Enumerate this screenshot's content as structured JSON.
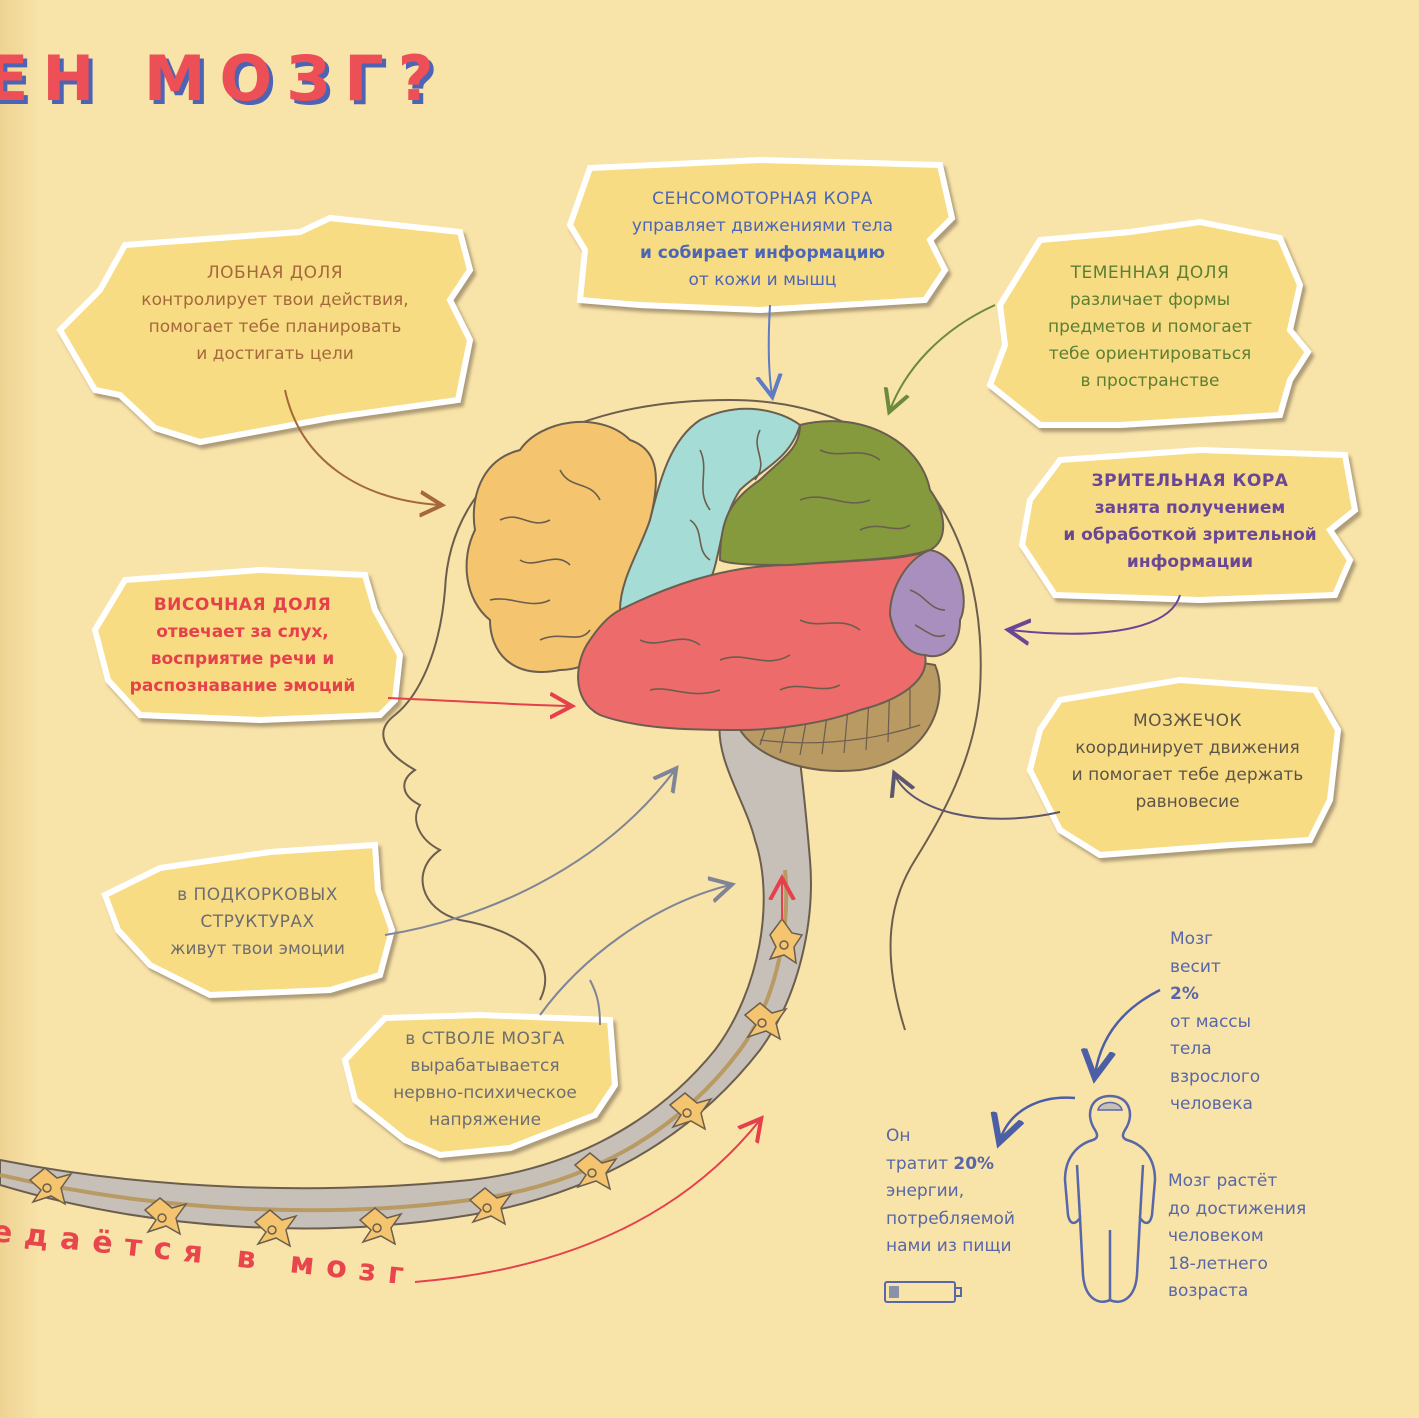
{
  "title": {
    "text": "ЕН МОЗГ?",
    "fill_color": "#ec4f55",
    "shadow_color": "#4d63b3"
  },
  "caption": {
    "text": "едаётся в мозг",
    "color": "#e8464c"
  },
  "colors": {
    "background": "#f8e3a8",
    "note_paper": "#f8dc84",
    "frontal": "#f5c46f",
    "sensorimotor": "#a6dcd6",
    "parietal": "#859a3c",
    "visual": "#a98fbd",
    "temporal": "#ee6b6b",
    "cerebellum": "#b89a62",
    "brainstem": "#c4bdb6",
    "neuron": "#f5c46f",
    "outline": "#6b5e4e"
  },
  "notes": {
    "frontal": {
      "heading": "ЛОБНАЯ ДОЛЯ",
      "lines": [
        "контролирует твои действия,",
        "помогает тебе планировать",
        "и достигать цели"
      ],
      "color": "#a5683a"
    },
    "sensorimotor": {
      "heading": "СЕНСОМОТОРНАЯ КОРА",
      "lines": [
        "управляет движениями тела",
        "и собирает информацию",
        "от кожи и мышц"
      ],
      "color": "#4c66b7"
    },
    "parietal": {
      "heading": "ТЕМЕННАЯ ДОЛЯ",
      "lines": [
        "различает формы",
        "предметов и помогает",
        "тебе ориентироваться",
        "в пространстве"
      ],
      "color": "#5c7f33"
    },
    "visual": {
      "heading": "ЗРИТЕЛЬНАЯ КОРА",
      "lines": [
        "занята получением",
        "и обработкой зрительной",
        "информации"
      ],
      "color": "#6a4795"
    },
    "temporal": {
      "heading": "ВИСОЧНАЯ ДОЛЯ",
      "lines": [
        "отвечает за слух,",
        "восприятие речи и",
        "распознавание эмоций"
      ],
      "color": "#e4414b"
    },
    "cerebellum": {
      "heading": "МОЗЖЕЧОК",
      "lines": [
        "координирует движения",
        "и помогает тебе держать",
        "равновесие"
      ],
      "color": "#5d5449"
    },
    "subcortical": {
      "heading_lines": [
        "в ПОДКОРКОВЫХ",
        "СТРУКТУРАХ"
      ],
      "lines": [
        "живут твои эмоции"
      ],
      "color": "#6e6e72"
    },
    "brainstem": {
      "heading": "в СТВОЛЕ МОЗГА",
      "lines": [
        "вырабатывается",
        "нервно-психическое",
        "напряжение"
      ],
      "color": "#6e6e72"
    }
  },
  "facts": {
    "weight": {
      "lines": [
        "Мозг",
        "весит",
        "2%",
        "от массы",
        "тела",
        "взрослого",
        "человека"
      ],
      "bold_index": 2
    },
    "energy": {
      "line1": "Он",
      "line2_prefix": "тратит ",
      "line2_bold": "20%",
      "line3": "энергии,",
      "line4": "потребляемой",
      "line5": "нами из пищи",
      "icon": "battery-low-icon"
    },
    "growth": {
      "lines": [
        "Мозг растёт",
        "до достижения",
        "человеком",
        "18-летнего",
        "возраста"
      ]
    },
    "text_color": "#5867a8"
  }
}
